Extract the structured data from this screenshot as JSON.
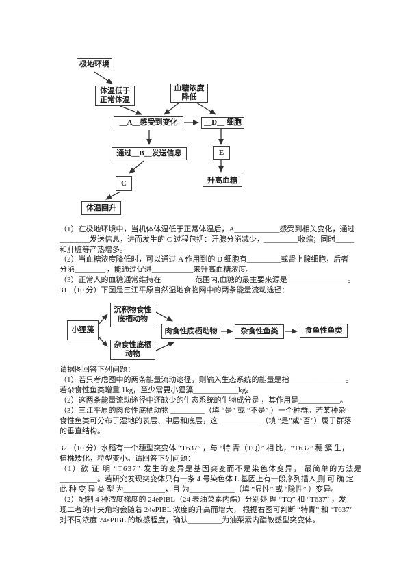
{
  "diagram1": {
    "polar_env": "极地环境",
    "low_temp": "体温低于\n正常体温",
    "glucose_drop": "血糖浓度\n降低",
    "a_sense": "__A__感受到变化",
    "d_cell": "__D__ 细胞",
    "b_send": "通过__B__发送信息",
    "e_label": "E",
    "c_label": "C",
    "raise_glucose": "升高血糖",
    "temp_recover": "体温回升"
  },
  "q30": {
    "lines": [
      "（1）在极地环境中，当机体体温低于正常体温后，A____________感受到相关变化，通过",
      "________发送信息，进而发生的 C 过程包括：汗腺分泌减少，_________收缩；同时_____",
      "和肝脏等产热增多。",
      "（2）当血糖浓度降低时，可以通过 A 作用到的 D 细胞有_________或肾上腺细胞，后者",
      "分泌________ ，能通过促进___________来升高血糖浓度。",
      "（3）正常人的血糖通常维持在_________范围内,血糖的最主要来源是________________。",
      "31.（10 分）下图是三江平原自然湿地食物网中的两条能量流动途径："
    ]
  },
  "diagram2": {
    "algae": "小狸藻",
    "sediment_feeder": "沉积物食性\n底栖动物",
    "omnivorous_benthic": "杂食性底栖\n动物",
    "carnivorous_benthic": "肉食性底栖动物",
    "omnivorous_fish": "杂食性鱼类",
    "piscivorous_fish": "食鱼性鱼类"
  },
  "q31": {
    "lines": [
      "请据图回答下列问题：",
      "（1）若只考虑图中的两条能量流动途径，则输入生态系统的能量是指_______________。",
      "若杂食性鱼类增重 1kg，至少需要小狸藻____________kg。",
      "（2）这两条能量流动途径中还缺少的生态系统的生物成分是 ，其作用是___________。",
      "（3）三江平原的肉食性底栖动物 _________（填 “是” 或 “不是” ）一个种群。若某种杂",
      "食性鱼类可分布于湿地的表层、中层和底层，这 ___________（填 “是”或“否”）属于群落",
      "的垂直结构。"
    ]
  },
  "q32": {
    "lines": [
      "32.（10 分）水稻有一个穗型突变体 “T637” ，与 “特 青（TQ）” 相 比，“T637” 穗 簇 生，",
      "植株矮化，粒型变小。请回答下列问题：",
      "（1）欲 证 明 “T637” 发生的变异是基因突变而不是染色体变异， 最简单的方法是",
      "__________。若研究发现突变体只有一条 4 号染色体 L 基因上有一段序列插入,则 可 确 定",
      "此 种 变 异 类 型 为___________，且 为____________（填 “显性” 或 “隐性” ）变异。",
      "（2）配制 4 种浓度梯度的 24ePIBL（24 表油菜素内酯）分别处 理 “TQ” 和 “T637” ，发",
      "现二者的叶夹角均会随着 24ePIBL 浓度的升高而增大， 根据右图可判断 “特青” 和 “T637”",
      "对不同浓度 24ePIBL 的敏感程度，确认_________为油菜素内酯敏感型突变体。"
    ]
  }
}
